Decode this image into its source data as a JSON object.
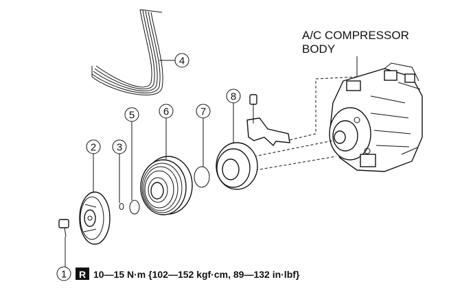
{
  "compressor_label": {
    "line1": "A/C COMPRESSOR",
    "line2": "BODY"
  },
  "callouts": [
    {
      "num": "1",
      "part": "bolt"
    },
    {
      "num": "2",
      "part": "pressure-plate"
    },
    {
      "num": "3",
      "part": "shim"
    },
    {
      "num": "4",
      "part": "drive-belt"
    },
    {
      "num": "5",
      "part": "snap-ring"
    },
    {
      "num": "6",
      "part": "a/c-pulley"
    },
    {
      "num": "7",
      "part": "snap-ring"
    },
    {
      "num": "8",
      "part": "stator"
    }
  ],
  "torque_spec": {
    "badge": "R",
    "text": "10—15 N·m {102—152 kgf·cm, 89—132 in·lbf}"
  }
}
